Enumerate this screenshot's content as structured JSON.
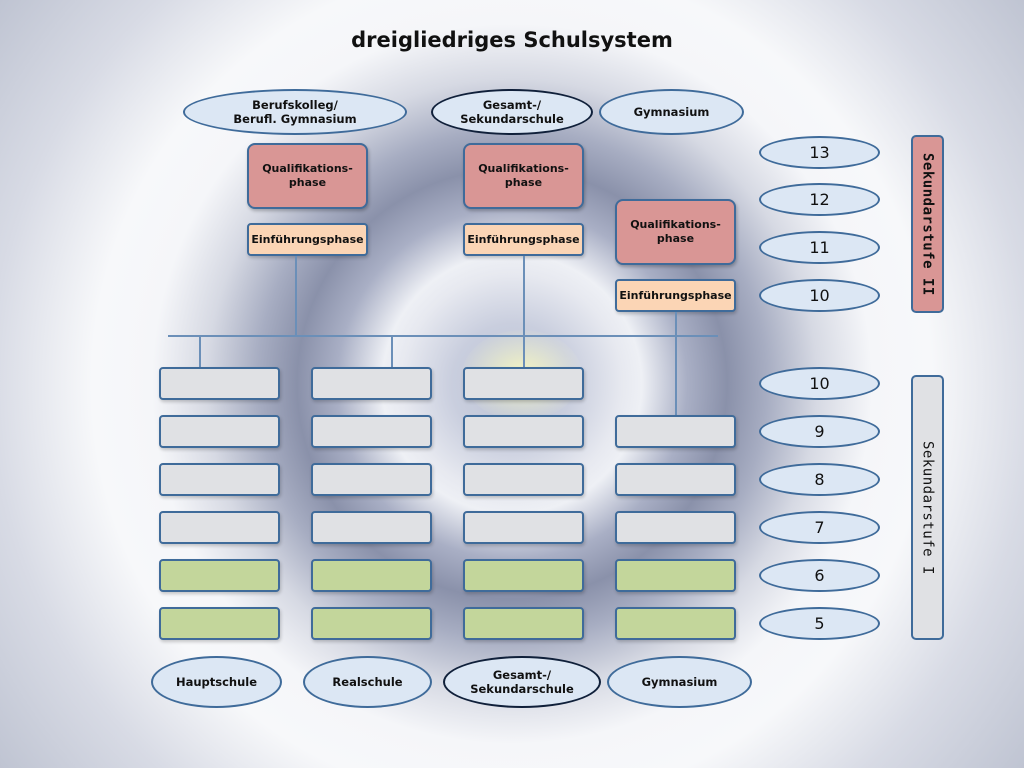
{
  "title": "dreigliedriges Schulsystem",
  "top_schools": {
    "berufskolleg_line1": "Berufskolleg/",
    "berufskolleg_line2": "Berufl. Gymnasium",
    "gesamt_line1": "Gesamt-/",
    "gesamt_line2": "Sekundarschule",
    "gymnasium": "Gymnasium"
  },
  "upper_boxes": {
    "qual_line1": "Qualifikations-",
    "qual_line2": "phase",
    "einfuehrung": "Einführungsphase"
  },
  "bottom_schools": {
    "hauptschule": "Hauptschule",
    "realschule": "Realschule",
    "gesamt_line1": "Gesamt-/",
    "gesamt_line2": "Sekundarschule",
    "gymnasium": "Gymnasium"
  },
  "grades_upper": [
    "13",
    "12",
    "11",
    "10"
  ],
  "grades_lower": [
    "10",
    "9",
    "8",
    "7",
    "6",
    "5"
  ],
  "stages": {
    "upper": "Sekundarstufe II",
    "lower": "Sekundarstufe I"
  },
  "colors": {
    "outline": "#3f6b9a",
    "qualifikation": "#d99695",
    "einfuehrung": "#fbd5b5",
    "grade_box": "#e0e1e4",
    "orientation_box": "#c3d69b",
    "ellipse_fill": "#dce7f4"
  }
}
